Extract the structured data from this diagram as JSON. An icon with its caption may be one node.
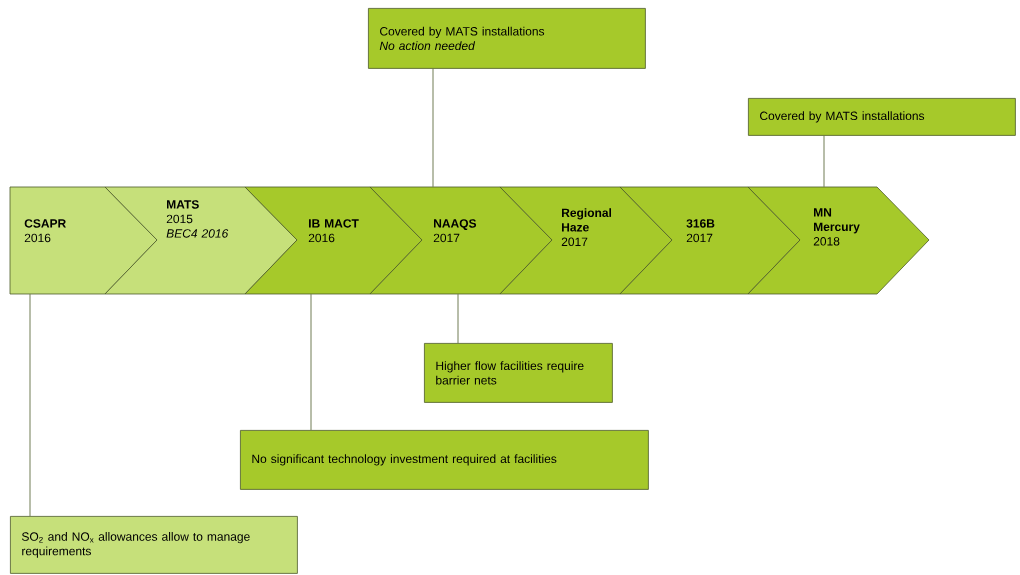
{
  "diagram": {
    "nodes": [
      {
        "text": [
          "CSAPR",
          "2016"
        ]
      },
      {
        "text": [
          "MATS",
          "2015",
          "BEC4 2016"
        ]
      },
      {
        "text": [
          "IB MACT",
          "2016"
        ]
      },
      {
        "text": [
          "NAAQS",
          "2017"
        ]
      },
      {
        "text": [
          "Regional Haze",
          "2017"
        ]
      },
      {
        "text": [
          "316B",
          "2017"
        ]
      },
      {
        "text": [
          "MN Mercury",
          "2018"
        ]
      },
      {
        "text": [
          "Covered by MATS installations",
          "No action needed"
        ]
      },
      {
        "text": [
          "Covered by MATS installations"
        ]
      },
      {
        "text": [
          "Higher flow facilities require barrier nets"
        ]
      },
      {
        "text": [
          "No significant technology investment required at facilities"
        ]
      },
      {
        "text": [
          "SO$_{2}$ and NO$_{x}$ allowances allow to manage requirements"
        ]
      }
    ],
    "edges": [
      {
        "from": 7,
        "to": 3,
        "arrow": "none"
      },
      {
        "from": 8,
        "to": 6,
        "arrow": "none"
      },
      {
        "from": 9,
        "to": 3,
        "arrow": "none"
      },
      {
        "from": 10,
        "to": 2,
        "arrow": "none"
      },
      {
        "from": 11,
        "to": 0,
        "arrow": "none"
      }
    ]
  }
}
